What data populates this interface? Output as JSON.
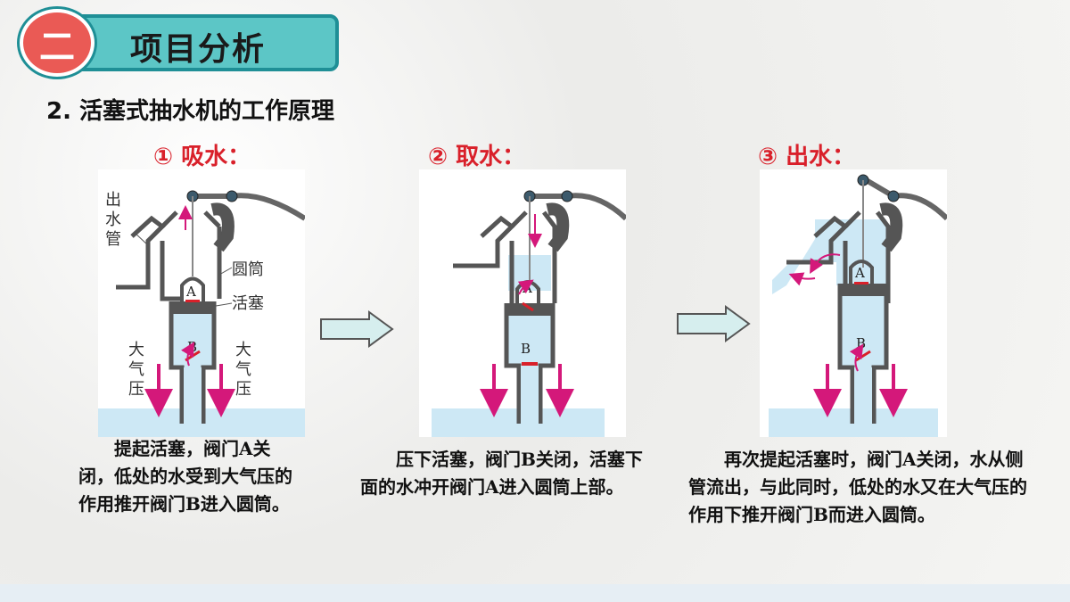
{
  "header": {
    "number": "二",
    "title": "项目分析"
  },
  "section_title": "2. 活塞式抽水机的工作原理",
  "steps": [
    {
      "label": "① 吸水：",
      "description": "提起活塞，阀门A关闭，低处的水受到大气压的作用推开阀门B进入圆筒。",
      "labels": {
        "outlet": "出水管",
        "cylinder": "圆筒",
        "piston": "活塞",
        "valve_a": "A",
        "valve_b": "B",
        "atm_left": "大气压",
        "atm_right": "大气压"
      }
    },
    {
      "label": "② 取水：",
      "description": "压下活塞，阀门B关闭，活塞下面的水冲开阀门A进入圆筒上部。",
      "labels": {
        "valve_a": "A",
        "valve_b": "B"
      }
    },
    {
      "label": "③ 出水：",
      "description": "再次提起活塞时，阀门A关闭，水从侧管流出，与此同时，低处的水又在大气压的作用下推开阀门B而进入圆筒。",
      "labels": {
        "valve_a": "A",
        "valve_b": "B"
      }
    }
  ],
  "colors": {
    "accent_red": "#d9202a",
    "header_teal": "#5cc6c6",
    "header_border": "#1f8f96",
    "badge_red": "#ea5a55",
    "water": "#cde8f5",
    "arrow_magenta": "#d4187a",
    "pipe": "#555555",
    "transition_arrow_fill": "#d6eeee"
  }
}
